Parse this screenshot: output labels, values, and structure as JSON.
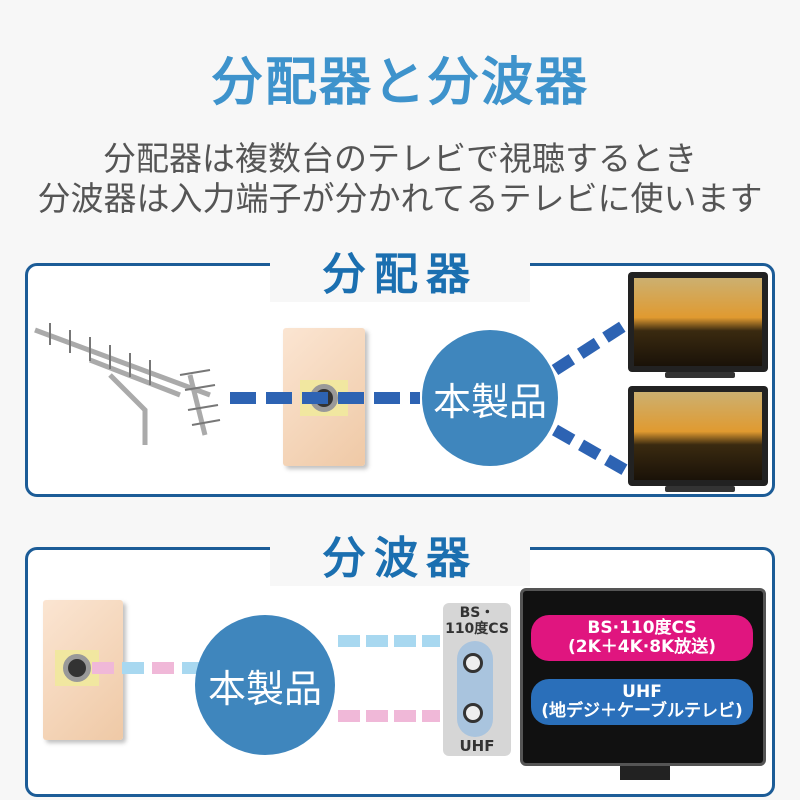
{
  "title": "分配器と分波器",
  "subtitle": [
    "分配器は複数台のテレビで視聴するとき",
    "分波器は入力端子が分かれてるテレビに使います"
  ],
  "splitter": {
    "heading": "分配器",
    "product": "本製品"
  },
  "separator": {
    "heading": "分波器",
    "product": "本製品",
    "port_top": "BS・\n110度CS",
    "port_bottom": "UHF",
    "tv_label_1": [
      "BS·110度CS",
      "(2K＋4K·8K放送)"
    ],
    "tv_label_2": [
      "UHF",
      "(地デジ＋ケーブルテレビ)"
    ]
  },
  "colors": {
    "accent": "#3e93cc",
    "frame": "#1c5c97",
    "circle": "#3f86bd",
    "magenta": "#e0157f",
    "blue_label": "#2a6fba"
  }
}
